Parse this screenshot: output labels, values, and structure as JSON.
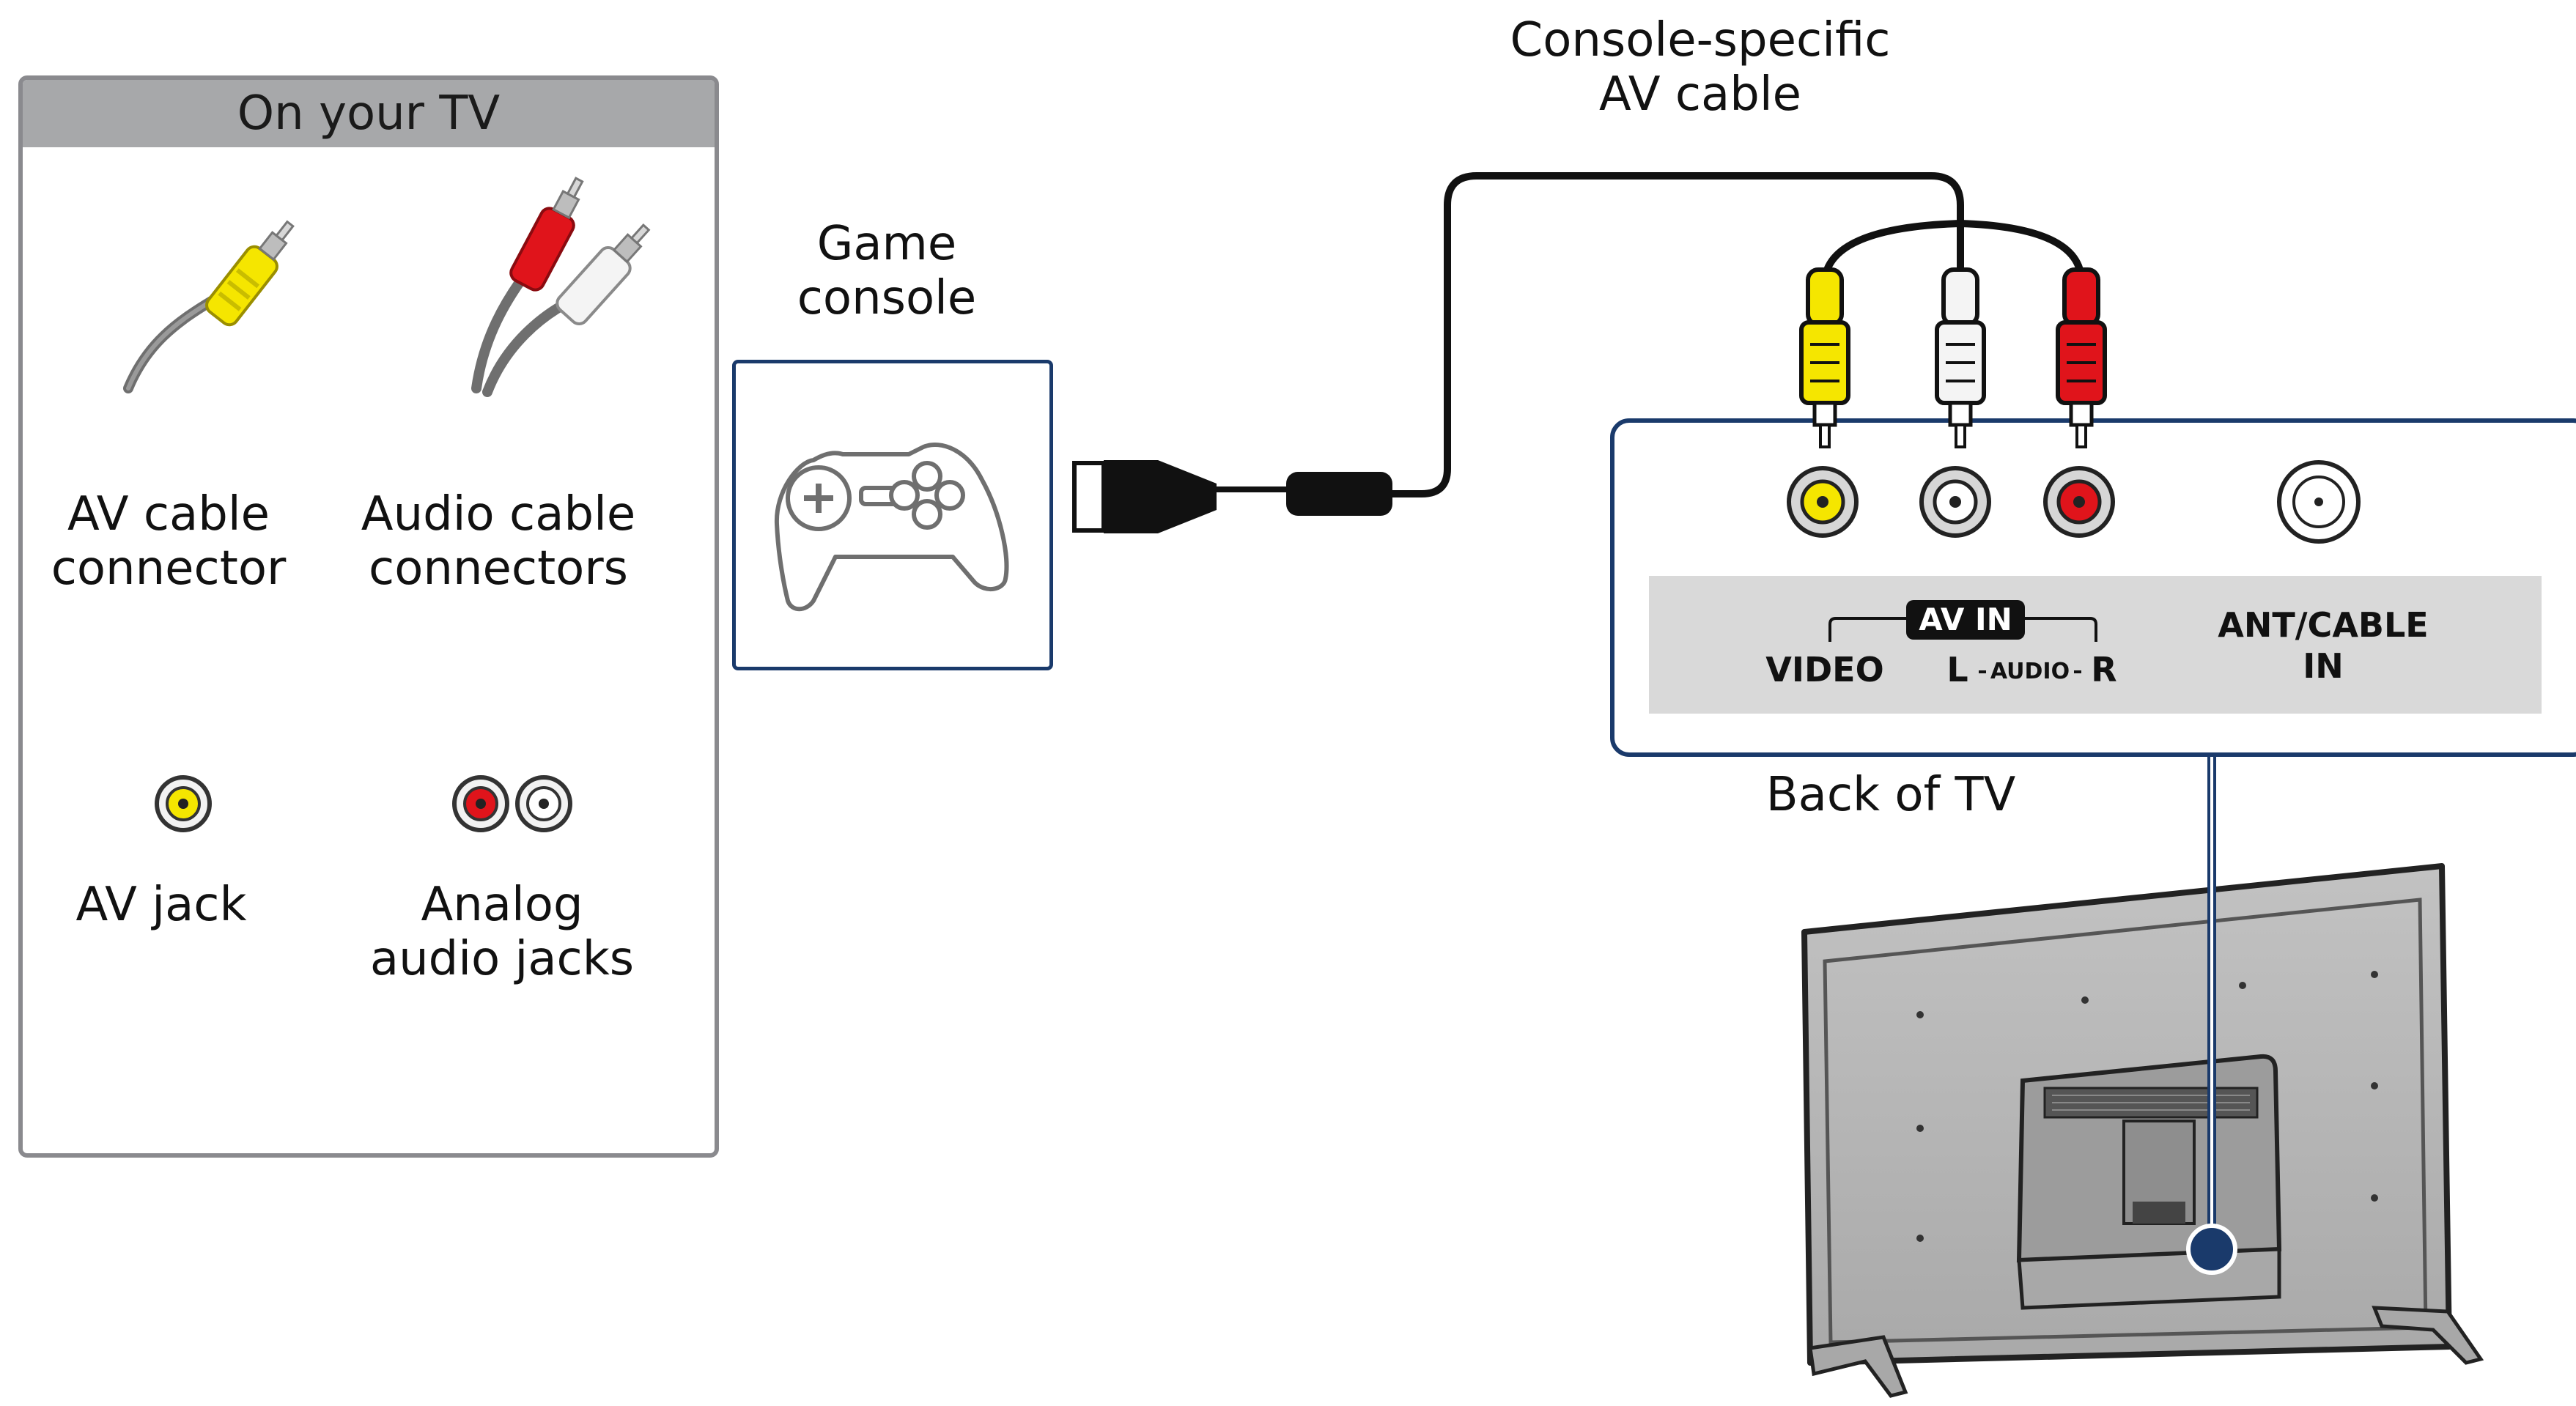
{
  "legend": {
    "title": "On your TV",
    "items": [
      {
        "label_line1": "AV cable",
        "label_line2": "connector"
      },
      {
        "label_line1": "Audio cable",
        "label_line2": "connectors"
      },
      {
        "label_line1": "AV jack",
        "label_line2": ""
      },
      {
        "label_line1": "Analog",
        "label_line2": "audio jacks"
      }
    ]
  },
  "console": {
    "label_line1": "Game",
    "label_line2": "console",
    "icon": "gamepad-icon"
  },
  "cable": {
    "label_line1": "Console-specific",
    "label_line2": "AV cable"
  },
  "tv_panel": {
    "av_in": "AV IN",
    "video": "VIDEO",
    "audio_l": "L",
    "audio": "AUDIO",
    "audio_r": "R",
    "ant_line1": "ANT/CABLE",
    "ant_line2": "IN",
    "caption": "Back of TV"
  },
  "colors": {
    "video": "#f5e600",
    "audio_left": "#f2f2f2",
    "audio_right": "#e0141b",
    "frame": "#1a3a6b",
    "legend_header": "#a7a8aa"
  }
}
